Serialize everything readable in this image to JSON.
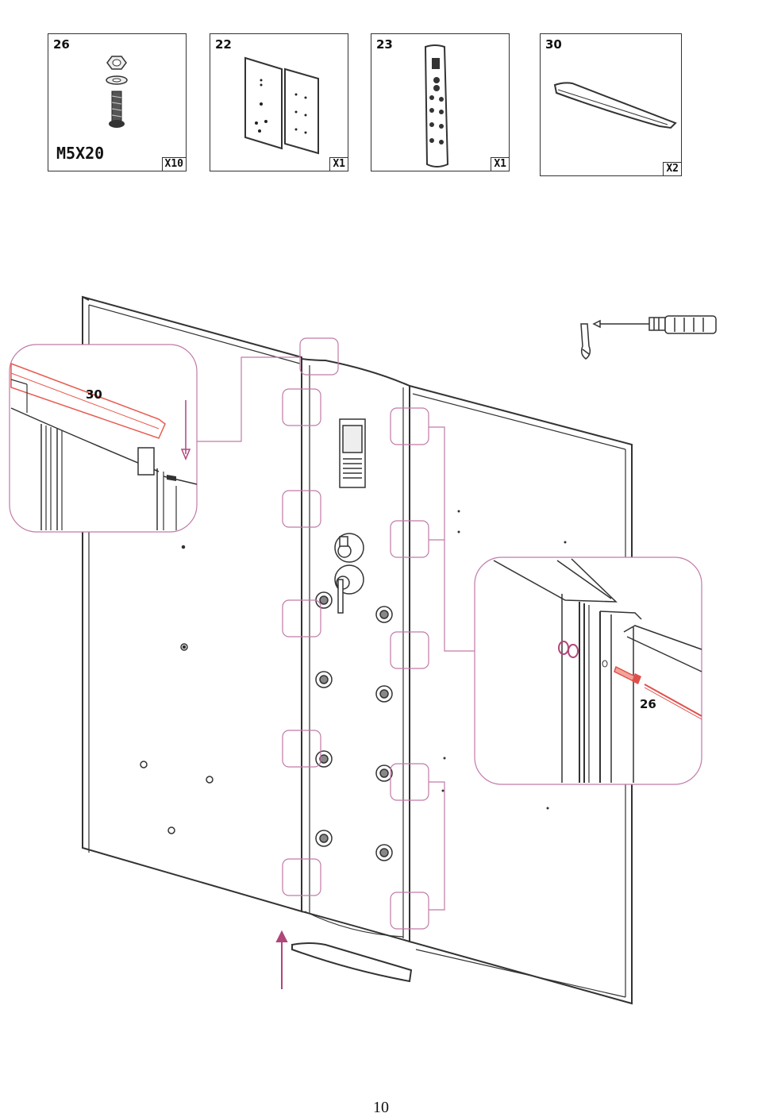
{
  "parts": [
    {
      "id": "26",
      "quantity": "X10",
      "label": "M5X20",
      "icon": "bolt-nut-washer-icon"
    },
    {
      "id": "22",
      "quantity": "X1",
      "label": "",
      "icon": "glass-panels-icon"
    },
    {
      "id": "23",
      "quantity": "X1",
      "label": "",
      "icon": "control-panel-icon"
    },
    {
      "id": "30",
      "quantity": "X2",
      "label": "",
      "icon": "trim-strip-icon"
    }
  ],
  "callouts": {
    "top_left": "30",
    "right": "26"
  },
  "tool": {
    "icon": "screwdriver-icon"
  },
  "page_number": "10",
  "colors": {
    "line": "#333333",
    "highlight": "#b0467a",
    "bolt": "#e0504a",
    "strip": "#e85a50"
  }
}
